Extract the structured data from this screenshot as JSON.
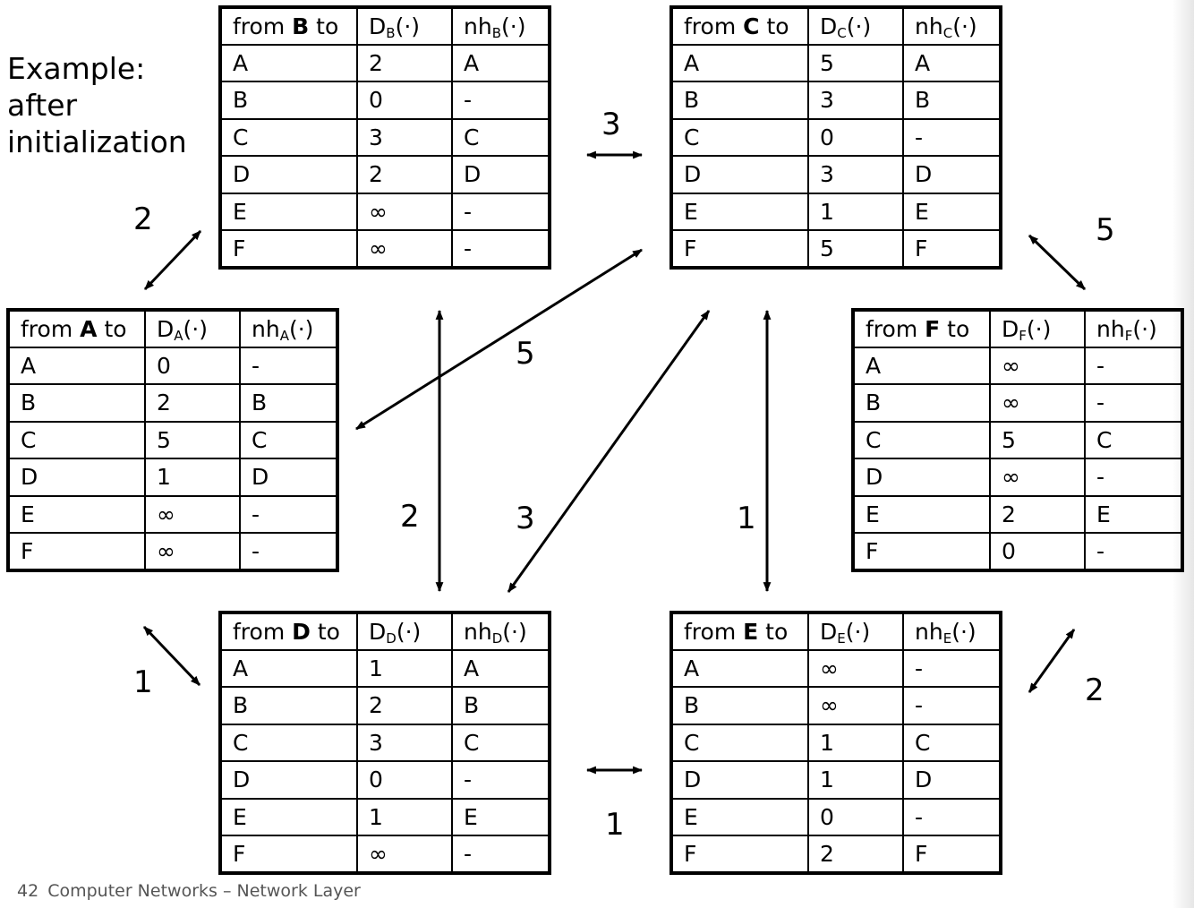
{
  "caption": "Example:\nafter\ninitialization",
  "tables": [
    {
      "node": "B",
      "from_label": "from ",
      "to_label": " to",
      "dist_label": "D",
      "nh_label": "nh",
      "arg": "(·)",
      "rows": [
        [
          "A",
          "2",
          "A"
        ],
        [
          "B",
          "0",
          "-"
        ],
        [
          "C",
          "3",
          "C"
        ],
        [
          "D",
          "2",
          "D"
        ],
        [
          "E",
          "∞",
          "-"
        ],
        [
          "F",
          "∞",
          "-"
        ]
      ]
    },
    {
      "node": "C",
      "from_label": "from ",
      "to_label": " to",
      "dist_label": "D",
      "nh_label": "nh",
      "arg": "(·)",
      "rows": [
        [
          "A",
          "5",
          "A"
        ],
        [
          "B",
          "3",
          "B"
        ],
        [
          "C",
          "0",
          "-"
        ],
        [
          "D",
          "3",
          "D"
        ],
        [
          "E",
          "1",
          "E"
        ],
        [
          "F",
          "5",
          "F"
        ]
      ]
    },
    {
      "node": "A",
      "from_label": "from ",
      "to_label": " to",
      "dist_label": "D",
      "nh_label": "nh",
      "arg": "(·)",
      "rows": [
        [
          "A",
          "0",
          "-"
        ],
        [
          "B",
          "2",
          "B"
        ],
        [
          "C",
          "5",
          "C"
        ],
        [
          "D",
          "1",
          "D"
        ],
        [
          "E",
          "∞",
          "-"
        ],
        [
          "F",
          "∞",
          "-"
        ]
      ]
    },
    {
      "node": "F",
      "from_label": "from ",
      "to_label": " to",
      "dist_label": "D",
      "nh_label": "nh",
      "arg": "(·)",
      "rows": [
        [
          "A",
          "∞",
          "-"
        ],
        [
          "B",
          "∞",
          "-"
        ],
        [
          "C",
          "5",
          "C"
        ],
        [
          "D",
          "∞",
          "-"
        ],
        [
          "E",
          "2",
          "E"
        ],
        [
          "F",
          "0",
          "-"
        ]
      ]
    },
    {
      "node": "D",
      "from_label": "from ",
      "to_label": " to",
      "dist_label": "D",
      "nh_label": "nh",
      "arg": "(·)",
      "rows": [
        [
          "A",
          "1",
          "A"
        ],
        [
          "B",
          "2",
          "B"
        ],
        [
          "C",
          "3",
          "C"
        ],
        [
          "D",
          "0",
          "-"
        ],
        [
          "E",
          "1",
          "E"
        ],
        [
          "F",
          "∞",
          "-"
        ]
      ]
    },
    {
      "node": "E",
      "from_label": "from ",
      "to_label": " to",
      "dist_label": "D",
      "nh_label": "nh",
      "arg": "(·)",
      "rows": [
        [
          "A",
          "∞",
          "-"
        ],
        [
          "B",
          "∞",
          "-"
        ],
        [
          "C",
          "1",
          "C"
        ],
        [
          "D",
          "1",
          "D"
        ],
        [
          "E",
          "0",
          "-"
        ],
        [
          "F",
          "2",
          "F"
        ]
      ]
    }
  ],
  "links": [
    {
      "from": "A",
      "to": "B",
      "cost": "2"
    },
    {
      "from": "B",
      "to": "C",
      "cost": "3"
    },
    {
      "from": "C",
      "to": "F",
      "cost": "5"
    },
    {
      "from": "A",
      "to": "C",
      "cost": "5"
    },
    {
      "from": "B",
      "to": "D",
      "cost": "2"
    },
    {
      "from": "C",
      "to": "D",
      "cost": "3"
    },
    {
      "from": "C",
      "to": "E",
      "cost": "1"
    },
    {
      "from": "A",
      "to": "D",
      "cost": "1"
    },
    {
      "from": "D",
      "to": "E",
      "cost": "1"
    },
    {
      "from": "E",
      "to": "F",
      "cost": "2"
    }
  ],
  "footer": {
    "page": "42",
    "title": "Computer Networks – Network Layer"
  }
}
